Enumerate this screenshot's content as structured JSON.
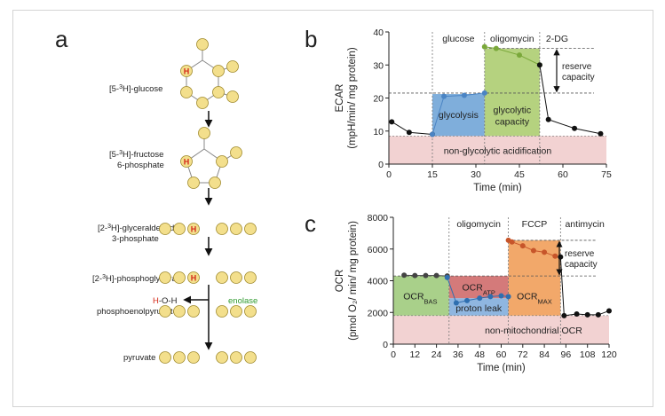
{
  "panels": {
    "a": "a",
    "b": "b",
    "c": "c"
  },
  "pathway": {
    "steps": [
      {
        "prefix": "[5-",
        "sup": "3",
        "suffix": "H]-glucose"
      },
      {
        "prefix": "[5-",
        "sup": "3",
        "suffix": "H]-fructose",
        "line2": "6-phosphate"
      },
      {
        "prefix": "[2-",
        "sup": "3",
        "suffix": "H]-glyceraldehyde",
        "line2": "3-phosphate"
      },
      {
        "prefix": "[2-",
        "sup": "3",
        "suffix": "H]-phosphoglycerate"
      },
      {
        "prefix": "phosphoenolpyruvate",
        "sup": "",
        "suffix": ""
      },
      {
        "prefix": "pyruvate",
        "sup": "",
        "suffix": ""
      }
    ],
    "h_label": "H",
    "water": {
      "h1": "H",
      "rest": "-O-H"
    },
    "enzyme": "enolase",
    "colors": {
      "atom": "#f3df8c",
      "atom_stroke": "#a08a2c",
      "h_text": "#d42a1a",
      "enzyme": "#2e9a2e",
      "water_h": "#d42a1a"
    }
  },
  "chart_data": [
    {
      "type": "line",
      "panel": "b",
      "ylabel_line1": "ECAR",
      "ylabel_line2": "(mpH/min/ mg protein)",
      "xlabel": "Time (min)",
      "xlim": [
        0,
        75
      ],
      "ylim": [
        0,
        40
      ],
      "xticks": [
        0,
        15,
        30,
        45,
        60,
        75
      ],
      "yticks": [
        0,
        10,
        20,
        30,
        40
      ],
      "phase_lines": [
        15,
        33,
        52
      ],
      "phase_labels": [
        {
          "x": 24,
          "text": "glucose"
        },
        {
          "x": 42.5,
          "text": "oligomycin"
        },
        {
          "x": 58,
          "text": "2-DG"
        }
      ],
      "series": [
        {
          "x": [
            1,
            7,
            15
          ],
          "y": [
            12.8,
            9.6,
            9.0
          ],
          "color": "#111111"
        },
        {
          "x": [
            15,
            19,
            26,
            33
          ],
          "y": [
            9.0,
            20.5,
            20.8,
            21.5
          ],
          "color": "#4a84c4"
        },
        {
          "x": [
            33,
            37,
            45,
            52
          ],
          "y": [
            35.5,
            35.0,
            33.0,
            30.0
          ],
          "color": "#7aa83a"
        },
        {
          "x": [
            52,
            55,
            64,
            73
          ],
          "y": [
            30.0,
            13.5,
            10.8,
            9.2
          ],
          "color": "#111111"
        }
      ],
      "bands": [
        {
          "x0": 0,
          "x1": 75,
          "y0": 0,
          "y1": 8.5,
          "color": "#f2d2d2",
          "label": "non-glycolytic acidification",
          "label_x": 37.5,
          "label_y": 4.2
        },
        {
          "x0": 15,
          "x1": 33,
          "y0": 8.5,
          "y1": 21.2,
          "color": "#7faedb",
          "label": "glycolysis",
          "label_x": 24,
          "label_y": 15
        },
        {
          "x0": 33,
          "x1": 52,
          "y0": 8.5,
          "y1": 35,
          "color": "#b5d27f",
          "label": "glycolytic",
          "label2": "capacity",
          "label_x": 42.5,
          "label_y": 16.5
        }
      ],
      "reserve": {
        "label1": "reserve",
        "label2": "capacity",
        "y_top": 35,
        "y_bottom": 21.5
      }
    },
    {
      "type": "line",
      "panel": "c",
      "ylabel_line1": "OCR",
      "ylabel_line2": "(pmol O₂/ min/ mg protein)",
      "xlabel": "Time (min)",
      "xlim": [
        0,
        120
      ],
      "ylim": [
        0,
        8000
      ],
      "xticks": [
        0,
        12,
        24,
        36,
        48,
        60,
        72,
        84,
        96,
        108,
        120
      ],
      "yticks": [
        0,
        2000,
        4000,
        6000,
        8000
      ],
      "phase_lines": [
        31,
        64,
        93
      ],
      "phase_labels": [
        {
          "x": 47.5,
          "text": "oligomycin"
        },
        {
          "x": 78.5,
          "text": "FCCP"
        },
        {
          "x": 106.5,
          "text": "antimycin"
        }
      ],
      "series": [
        {
          "x": [
            6,
            12,
            18,
            24,
            30
          ],
          "y": [
            4350,
            4330,
            4330,
            4330,
            4300
          ],
          "color": "#444444"
        },
        {
          "x": [
            30,
            35,
            41,
            48,
            54,
            60,
            64
          ],
          "y": [
            4200,
            2600,
            2750,
            2900,
            3000,
            3050,
            3000
          ],
          "color": "#2f6fb0"
        },
        {
          "x": [
            64,
            66,
            72,
            78,
            84,
            90
          ],
          "y": [
            6550,
            6450,
            6200,
            5900,
            5800,
            5550
          ],
          "color": "#c7552a"
        },
        {
          "x": [
            93,
            95,
            102,
            108,
            114,
            120
          ],
          "y": [
            5500,
            1800,
            1900,
            1850,
            1850,
            2100
          ],
          "color": "#111111"
        }
      ],
      "bands": [
        {
          "x0": 0,
          "x1": 120,
          "y0": 0,
          "y1": 1800,
          "color": "#f2d2d2",
          "label": "non-mitochondrial OCR",
          "label_x": 78,
          "label_y": 900
        },
        {
          "x0": 0,
          "x1": 31,
          "y0": 1800,
          "y1": 4300,
          "color": "#a9d08a"
        },
        {
          "x0": 31,
          "x1": 64,
          "y0": 1800,
          "y1": 2900,
          "color": "#8fb6e0",
          "label": "proton leak",
          "label_x": 47.5,
          "label_y": 2300
        },
        {
          "x0": 31,
          "x1": 64,
          "y0": 2900,
          "y1": 4300,
          "color": "#d47a7a"
        },
        {
          "x0": 64,
          "x1": 93,
          "y0": 1800,
          "y1": 6550,
          "color": "#f2a86a"
        }
      ],
      "ocr_labels": [
        {
          "main": "OCR",
          "sub": "BAS",
          "x": 15,
          "y": 3050
        },
        {
          "main": "OCR",
          "sub": "ATP",
          "x": 47.5,
          "y": 3600
        },
        {
          "main": "OCR",
          "sub": "MAX",
          "x": 78.5,
          "y": 3050
        }
      ],
      "reserve": {
        "label1": "reserve",
        "label2": "capacity",
        "y_top": 6550,
        "y_bottom": 4300
      }
    }
  ]
}
